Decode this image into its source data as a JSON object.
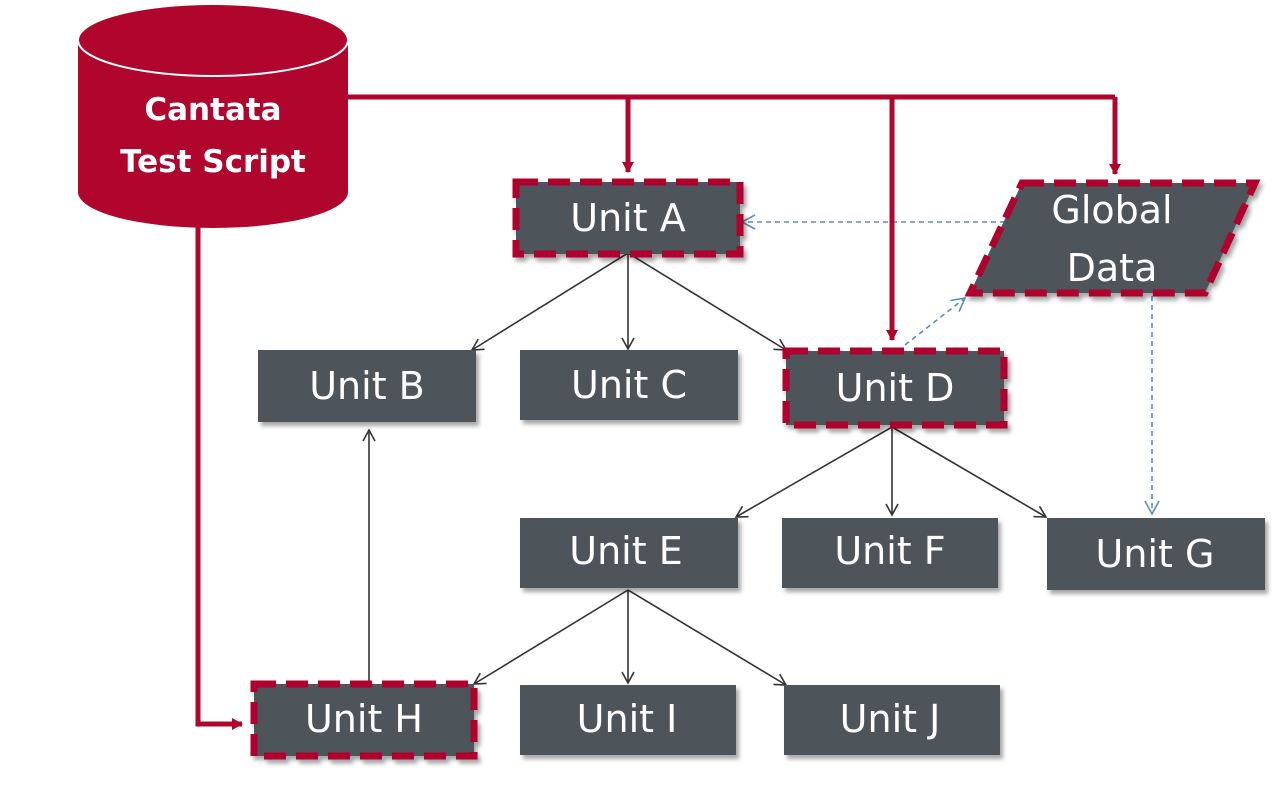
{
  "colors": {
    "accent": "#b0062e",
    "box_fill": "#4d555a",
    "box_text": "#ffffff",
    "dependency_line": "#333333",
    "data_flow_line": "#5a8db5"
  },
  "database": {
    "line1": "Cantata",
    "line2": "Test Script"
  },
  "global_data": {
    "line1": "Global",
    "line2": "Data"
  },
  "units": {
    "a": "Unit A",
    "b": "Unit B",
    "c": "Unit C",
    "d": "Unit D",
    "e": "Unit E",
    "f": "Unit F",
    "g": "Unit G",
    "h": "Unit H",
    "i": "Unit I",
    "j": "Unit J"
  }
}
